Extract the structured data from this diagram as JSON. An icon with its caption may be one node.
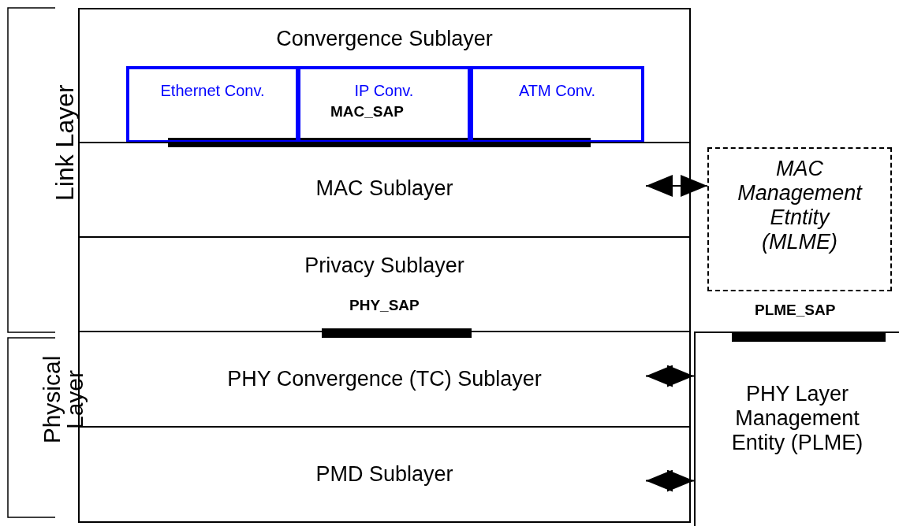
{
  "diagram": {
    "nodes": [
      {
        "text": [
          "Convergence Sublayer"
        ]
      },
      {
        "text": [
          "Ethernet Conv."
        ],
        "in": 0
      },
      {
        "text": [
          "IP Conv."
        ],
        "in": 0
      },
      {
        "text": [
          "ATM Conv."
        ],
        "in": 0
      },
      {
        "text": [
          "MAC Sublayer"
        ]
      },
      {
        "text": [
          "Privacy Sublayer"
        ]
      },
      {
        "text": [
          "PHY Convergence (TC) Sublayer"
        ]
      },
      {
        "text": [
          "PMD Sublayer"
        ]
      },
      {
        "text": [
          "MAC Management Etntity (MLME)"
        ]
      },
      {
        "text": [
          "PHY Layer Management Entity (PLME)"
        ]
      }
    ],
    "edges": [
      {
        "from": 4,
        "to": 8,
        "arrow": "both"
      },
      {
        "from": 6,
        "to": 9,
        "arrow": "both"
      },
      {
        "from": 7,
        "to": 9,
        "arrow": "both"
      }
    ],
    "labels": [
      "Link Layer",
      "MAC_SAP",
      "PHY_SAP",
      "PLME_SAP",
      "Physical Layer"
    ]
  }
}
